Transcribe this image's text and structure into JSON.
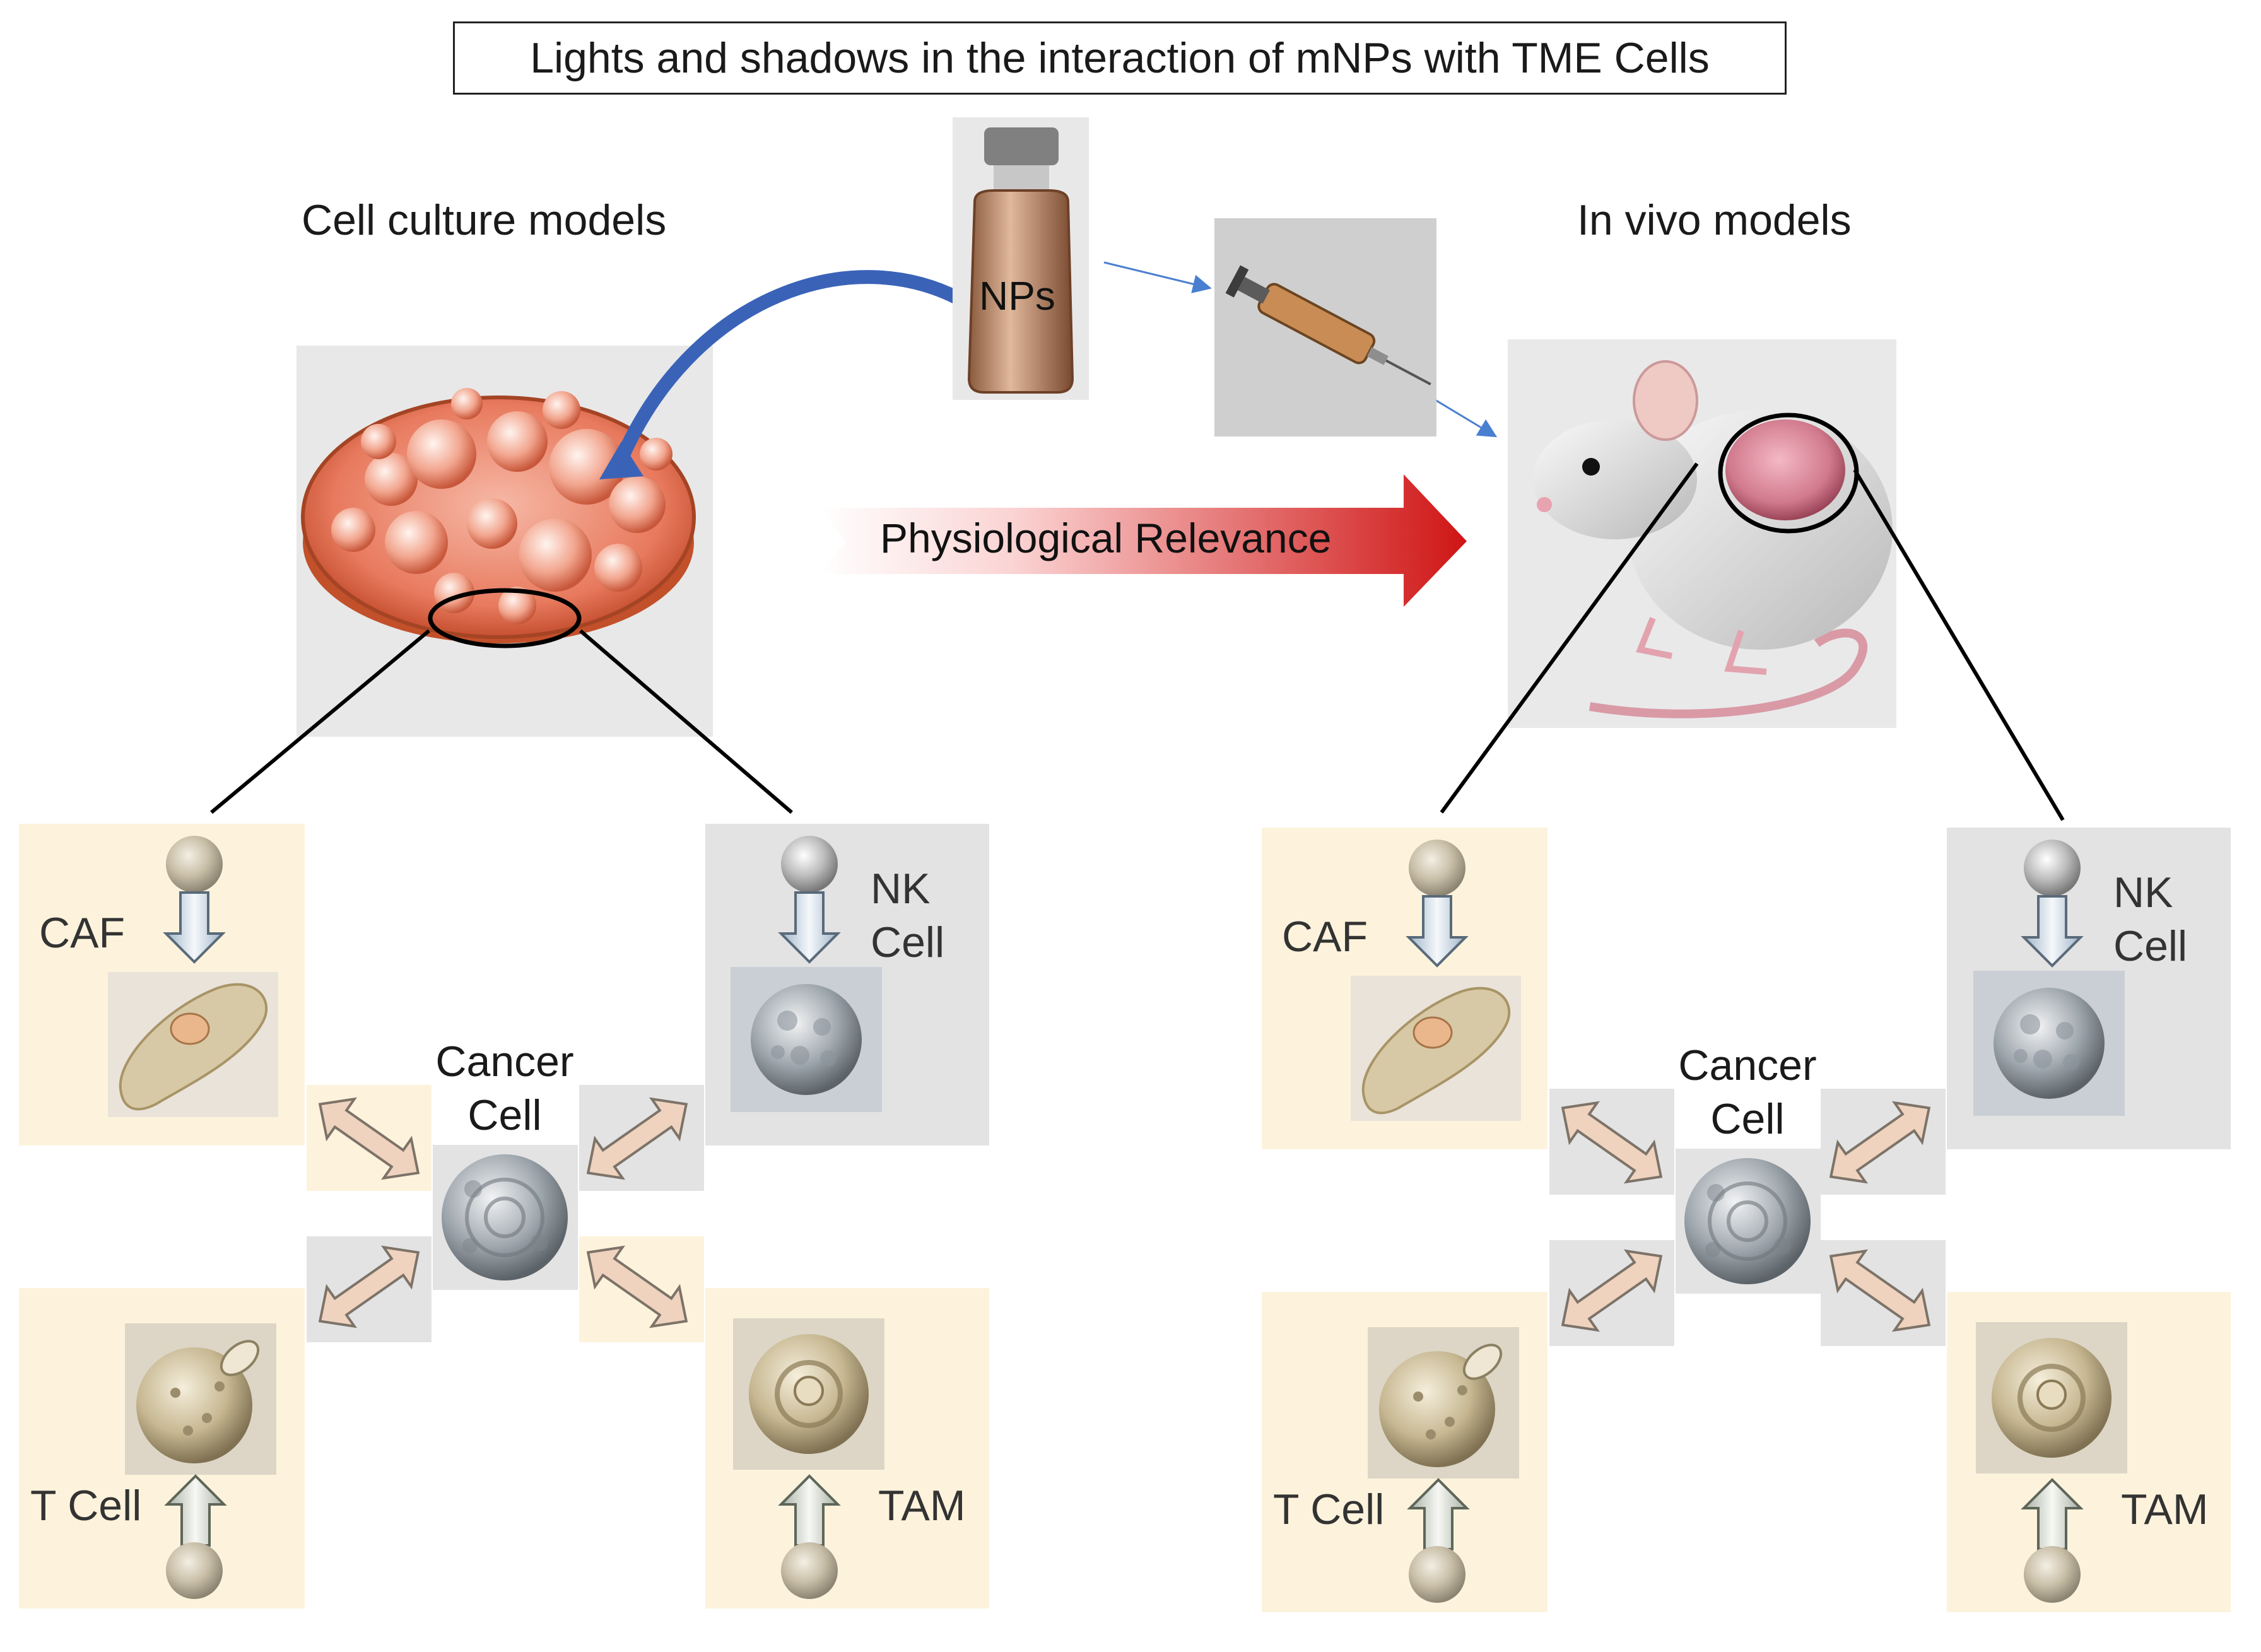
{
  "title": "Lights and shadows in the interaction of mNPs with TME Cells",
  "left_heading": "Cell culture models",
  "right_heading": "In vivo models",
  "vial_label": "NPs",
  "relevance_label": "Physiological Relevance",
  "cells": {
    "caf": "CAF",
    "nk_line1": "NK",
    "nk_line2": "Cell",
    "cancer_line1": "Cancer",
    "cancer_line2": "Cell",
    "tcell": "T Cell",
    "tam": "TAM"
  },
  "colors": {
    "cream_box": "#fdf3dc",
    "gray_box": "#e3e3e4",
    "relevance_arrow": "#d01818",
    "curved_arrow": "#3a63b8",
    "double_arrow_fill": "#efd3bf"
  }
}
